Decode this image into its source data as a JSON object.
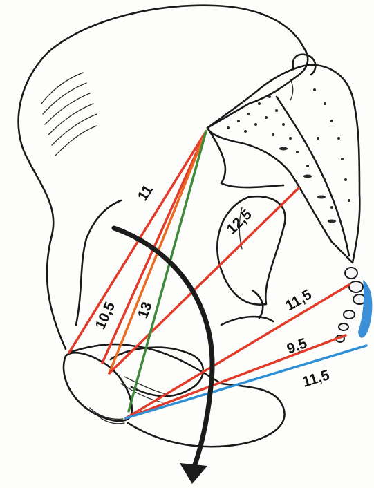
{
  "diagram": {
    "measurements": [
      {
        "id": "m1",
        "label": "11",
        "color": "#e23b2a"
      },
      {
        "id": "m2",
        "label": "10,5",
        "color": "#e23b2a"
      },
      {
        "id": "m3",
        "label": "13",
        "color": "#ea6b22"
      },
      {
        "id": "m4",
        "label": "12,5",
        "color": "#e23b2a"
      },
      {
        "id": "m5",
        "label": "11,5",
        "color": "#e23b2a"
      },
      {
        "id": "m6",
        "label": "9,5",
        "color": "#e23b2a"
      },
      {
        "id": "m7",
        "label": "11,5",
        "color": "#2f8fd4"
      }
    ],
    "axis_line_color": "#3f8a3a",
    "arrow_color": "#1b1b1b",
    "coccyx_color": "#3a8fd6"
  }
}
